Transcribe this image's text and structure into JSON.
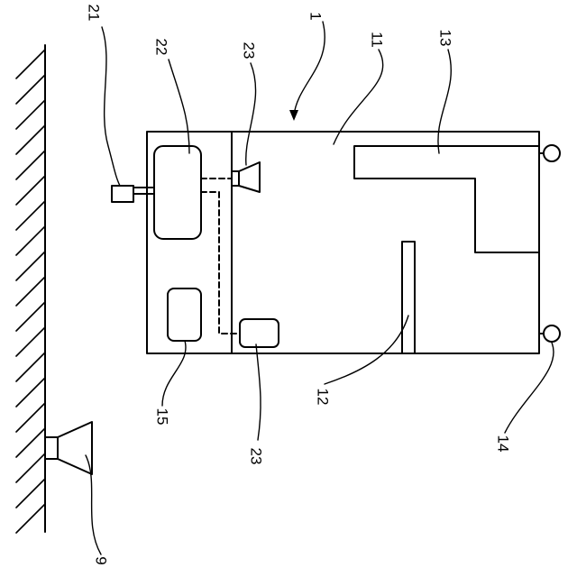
{
  "figure": {
    "stroke_color": "#000000",
    "background_color": "#ffffff"
  },
  "labels": {
    "ref_1": "1",
    "ref_9": "9",
    "ref_11": "11",
    "ref_12": "12",
    "ref_13": "13",
    "ref_14": "14",
    "ref_15": "15",
    "ref_21": "21",
    "ref_22": "22",
    "ref_23_top": "23",
    "ref_23_bottom": "23"
  }
}
